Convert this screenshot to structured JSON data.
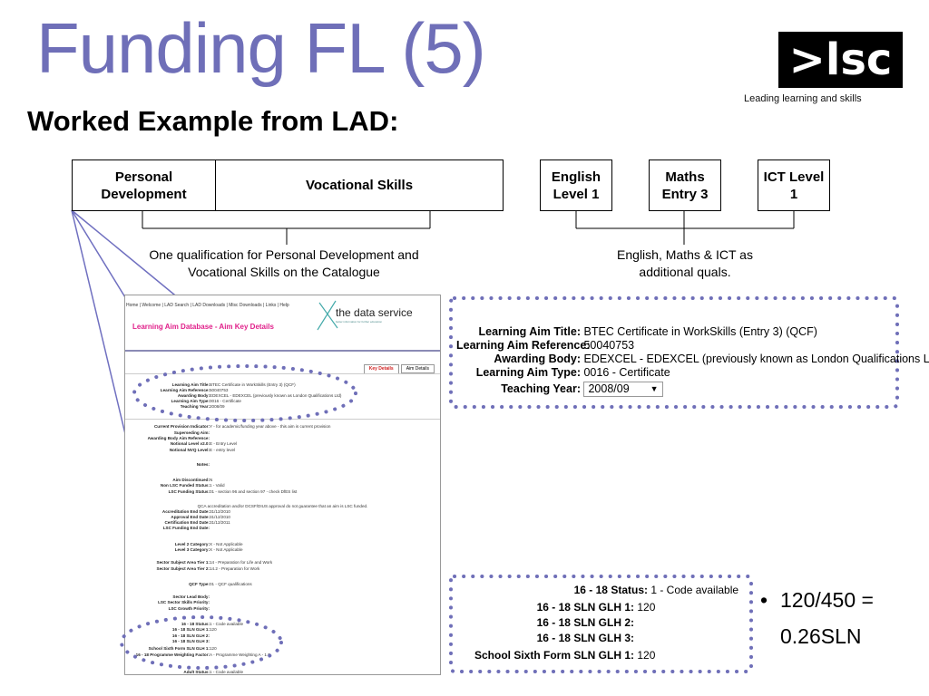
{
  "slide": {
    "title": "Funding FL (5)",
    "subtitle": "Worked Example from LAD:"
  },
  "logo": {
    "mark": ">lsc",
    "tagline": "Leading learning and skills"
  },
  "boxes": {
    "personal": "Personal Development",
    "vocational": "Vocational Skills",
    "english": "English Level 1",
    "maths": "Maths Entry 3",
    "ict": "ICT Level 1"
  },
  "captions": {
    "left": "One qualification for Personal Development and Vocational Skills on the Catalogue",
    "right": "English, Maths & ICT as additional quals."
  },
  "lad": {
    "nav": "Home | Welcome | LAD Search | LAD Downloads | Misc Downloads | Links | Help",
    "heading": "Learning Aim Database - Aim Key Details",
    "brand": "the data service",
    "brand_sub": "better information for further education",
    "tabs": [
      "Key Details",
      "Aim Details"
    ],
    "rows": [
      {
        "k": "Learning Aim Title:",
        "v": "BTEC Certificate in WorkSkills (Entry 3) (QCF)"
      },
      {
        "k": "Learning Aim Reference:",
        "v": "50040753"
      },
      {
        "k": "Awarding Body:",
        "v": "EDEXCEL - EDEXCEL (previously known as London Qualifications Ltd)"
      },
      {
        "k": "Learning Aim Type:",
        "v": "0016 - Certificate"
      },
      {
        "k": "Teaching Year:",
        "v": "2008/09"
      },
      {
        "k": "Current Provision Indicator:",
        "v": "Y - for academic/funding year above - this aim is current provision"
      },
      {
        "k": "Superseding Aim:",
        "v": ""
      },
      {
        "k": "Awarding Body Aim Reference:",
        "v": ""
      },
      {
        "k": "Notional Level v2.0:",
        "v": "E - Entry Level"
      },
      {
        "k": "Notional NVQ Level:",
        "v": "E - entry level"
      },
      {
        "k": "Notes:",
        "v": ""
      },
      {
        "k": "Aim Discontinued:",
        "v": "N"
      },
      {
        "k": "Non LSC Funded Status:",
        "v": "1 - Valid"
      },
      {
        "k": "LSC Funding Status:",
        "v": "01 - section 96 and section 97 - check DfES list"
      },
      {
        "k": "",
        "v": "QCA accreditation and/or DCSF/DIUS approval do not guarantee that an aim is LSC funded."
      },
      {
        "k": "Accreditation End Date:",
        "v": "31/12/2010"
      },
      {
        "k": "Approval End Date:",
        "v": "31/12/2010"
      },
      {
        "k": "Certification End Date:",
        "v": "31/12/2011"
      },
      {
        "k": "LSC Funding End Date:",
        "v": ""
      },
      {
        "k": "Level 2 Category:",
        "v": "X - Not Applicable"
      },
      {
        "k": "Level 3 Category:",
        "v": "X - Not Applicable"
      },
      {
        "k": "Sector Subject Area Tier 1:",
        "v": "14 - Preparation for Life and Work"
      },
      {
        "k": "Sector Subject Area Tier 2:",
        "v": "14.2 - Preparation for Work"
      },
      {
        "k": "QCF Type:",
        "v": "01 - QCF qualifications"
      },
      {
        "k": "Sector Lead Body:",
        "v": ""
      },
      {
        "k": "LSC Sector Skills Priority:",
        "v": ""
      },
      {
        "k": "LSC Growth Priority:",
        "v": ""
      },
      {
        "k": "16 - 18 Status:",
        "v": "1 - Code available"
      },
      {
        "k": "16 - 18 SLN GLH 1:",
        "v": "120"
      },
      {
        "k": "16 - 18 SLN GLH 2:",
        "v": ""
      },
      {
        "k": "16 - 18 SLN GLH 3:",
        "v": ""
      },
      {
        "k": "School Sixth Form SLN GLH 1:",
        "v": "120"
      },
      {
        "k": "16 - 18 Programme Weighting Factor:",
        "v": "A - Programme Weighting A - 1.0"
      },
      {
        "k": "Adult Status:",
        "v": "1 - Code available"
      }
    ]
  },
  "zoom_top": {
    "rows": [
      {
        "k": "Learning Aim Title:",
        "v": "BTEC Certificate in WorkSkills (Entry 3) (QCF)"
      },
      {
        "k": "Learning Aim Reference:",
        "v": "50040753"
      },
      {
        "k": "Awarding Body:",
        "v": "EDEXCEL - EDEXCEL (previously known as London Qualifications Ltd)"
      },
      {
        "k": "Learning Aim Type:",
        "v": "0016 - Certificate"
      }
    ],
    "teaching_year_label": "Teaching Year:",
    "teaching_year_value": "2008/09"
  },
  "zoom_bottom": {
    "rows": [
      {
        "k": "16 - 18 Status:",
        "v": "1 - Code available"
      },
      {
        "k": "16 - 18 SLN GLH 1:",
        "v": "120"
      },
      {
        "k": "16 - 18 SLN GLH 2:",
        "v": ""
      },
      {
        "k": "16 - 18 SLN GLH 3:",
        "v": ""
      },
      {
        "k": "School Sixth Form SLN GLH 1:",
        "v": "120"
      }
    ]
  },
  "bullets": [
    "120/450 =",
    "0.26SLN"
  ],
  "colors": {
    "title": "#6f6fb8",
    "connector": "#7070c0",
    "dots": "#6f6fb8",
    "lad_heading": "#e0208a"
  }
}
